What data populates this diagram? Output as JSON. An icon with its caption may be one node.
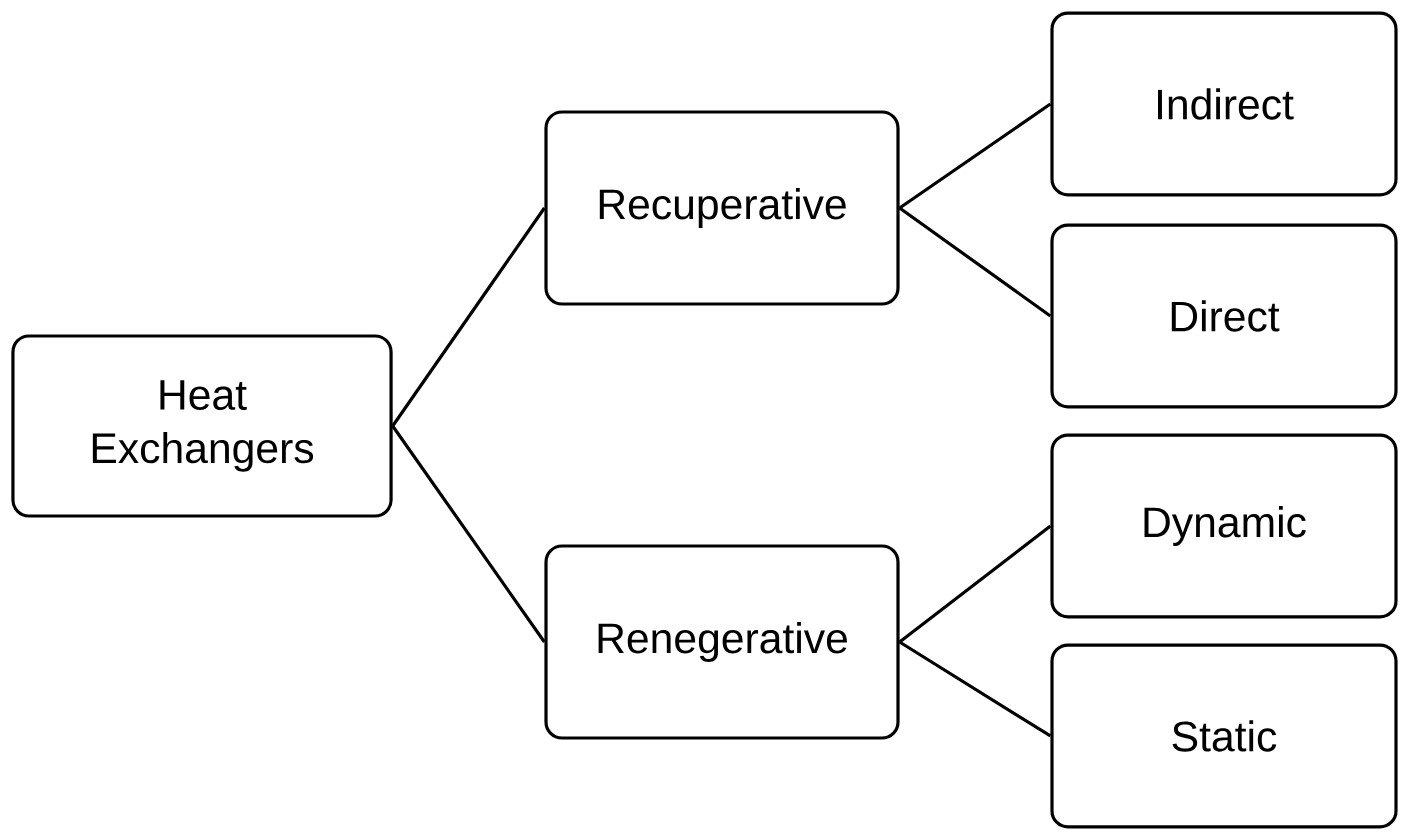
{
  "diagram": {
    "nodes": [
      {
        "text": [
          "Heat Exchangers"
        ]
      },
      {
        "text": [
          "Recuperative"
        ]
      },
      {
        "text": [
          "Renegerative"
        ]
      },
      {
        "text": [
          "Indirect"
        ]
      },
      {
        "text": [
          "Direct"
        ]
      },
      {
        "text": [
          "Dynamic"
        ]
      },
      {
        "text": [
          "Static"
        ]
      }
    ],
    "edges": [
      {
        "from": 0,
        "to": 1,
        "arrow": "none"
      },
      {
        "from": 0,
        "to": 2,
        "arrow": "none"
      },
      {
        "from": 1,
        "to": 3,
        "arrow": "none"
      },
      {
        "from": 1,
        "to": 4,
        "arrow": "none"
      },
      {
        "from": 2,
        "to": 5,
        "arrow": "none"
      },
      {
        "from": 2,
        "to": 6,
        "arrow": "none"
      }
    ]
  }
}
